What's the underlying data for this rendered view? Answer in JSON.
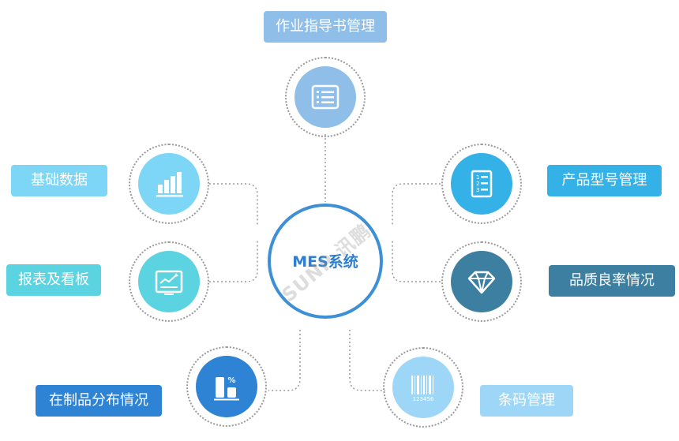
{
  "center": {
    "title": "MES系统",
    "watermark": "SUNP 讯鹏"
  },
  "nodes": [
    {
      "label": "作业指导书管理",
      "icon": "document-list-icon",
      "label_color": "#8fbfe8",
      "disc_color": "#8fbfe8"
    },
    {
      "label": "基础数据",
      "icon": "bar-chart-icon",
      "label_color": "#7dd6f5",
      "disc_color": "#7dd6f5"
    },
    {
      "label": "报表及看板",
      "icon": "dashboard-chart-icon",
      "label_color": "#5cd3e0",
      "disc_color": "#5cd3e0"
    },
    {
      "label": "在制品分布情况",
      "icon": "percent-chart-icon",
      "label_color": "#2f83d4",
      "disc_color": "#2f83d4"
    },
    {
      "label": "产品型号管理",
      "icon": "numbered-list-icon",
      "label_color": "#34b2e8",
      "disc_color": "#34b2e8"
    },
    {
      "label": "品质良率情况",
      "icon": "diamond-icon",
      "label_color": "#3d7fa0",
      "disc_color": "#3d7fa0"
    },
    {
      "label": "条码管理",
      "icon": "barcode-icon",
      "label_color": "#9ed6f7",
      "disc_color": "#9ed6f7"
    }
  ],
  "barcode_digits": "123456"
}
